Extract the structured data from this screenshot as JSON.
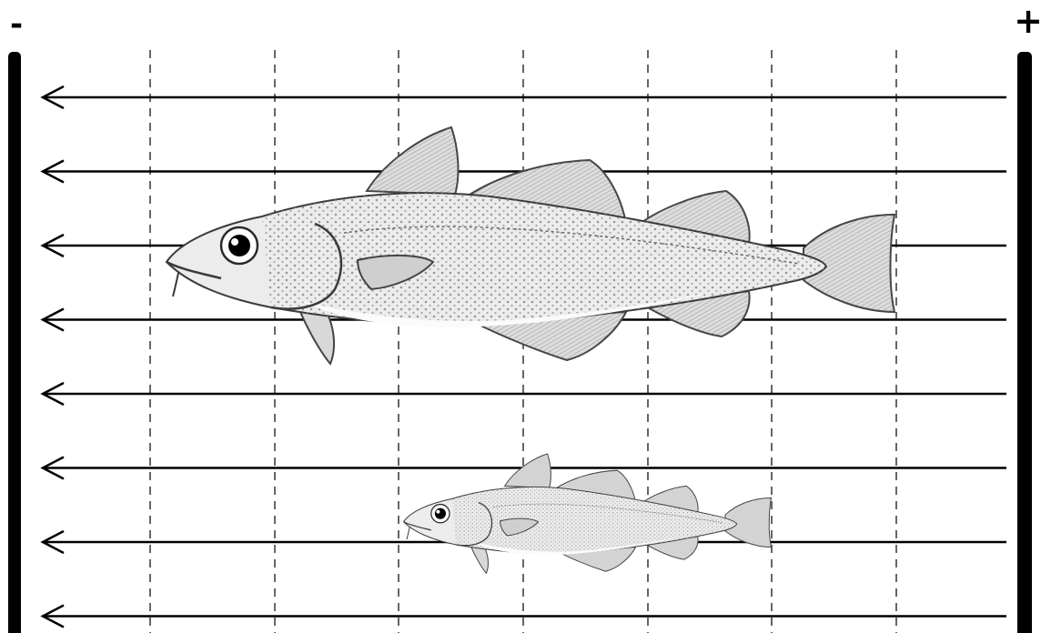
{
  "terminals": {
    "negative_symbol": "-",
    "positive_symbol": "+"
  },
  "field_line_count": 8,
  "grid_line_count": 7,
  "fish": [
    {
      "name": "large-fish",
      "relative_size": 1.0
    },
    {
      "name": "small-fish",
      "relative_size": 0.5
    }
  ],
  "colors": {
    "ink": "#000000",
    "grid": "#666666",
    "fish_body": "#ececec",
    "fish_spots": "#8a8a8a",
    "fish_belly": "#fbfbfb"
  }
}
